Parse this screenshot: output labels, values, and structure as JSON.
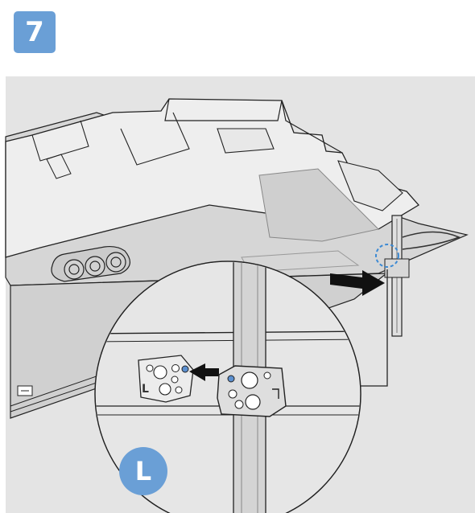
{
  "step": {
    "number": "7"
  },
  "detail": {
    "side_label": "L"
  },
  "bracket": {
    "left_label": "L"
  },
  "colors": {
    "accent": "#6a9fd6",
    "panel_bg": "#e4e4e4",
    "line": "#222222",
    "part_fill": "#dcdcdc",
    "screw_highlight": "#5b8fcf"
  }
}
